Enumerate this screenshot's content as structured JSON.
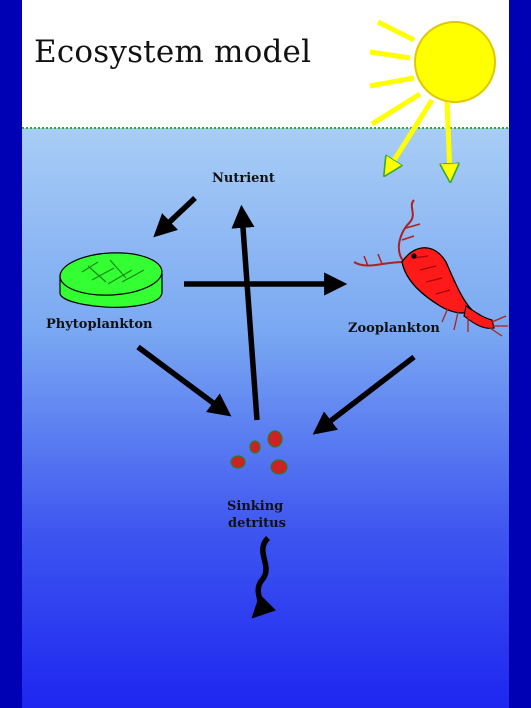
{
  "diagram": {
    "title": "Ecosystem model",
    "nodes": {
      "nutrient": "Nutrient",
      "phytoplankton": "Phytoplankton",
      "zooplankton": "Zooplankton",
      "detritus_line1": "Sinking",
      "detritus_line2": "detritus"
    },
    "colors": {
      "frame": "#0000b4",
      "sky": "#ffffff",
      "water_top": "#a8cdf5",
      "water_bottom": "#1e26f0",
      "sun": "#ffff00",
      "sun_outline": "#e0c800",
      "phytoplankton": "#33ff33",
      "zooplankton": "#ff1a1a",
      "detritus": "#cc2222",
      "arrows": "#000000"
    }
  }
}
